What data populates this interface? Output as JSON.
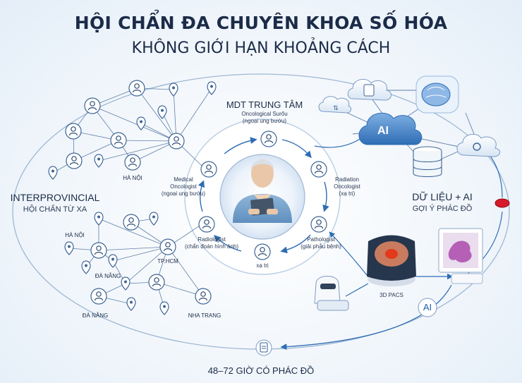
{
  "header": {
    "title": "HỘI CHẨN ĐA CHUYÊN KHOA SỐ HÓA",
    "subtitle": "KHÔNG GIỚI HẠN KHOẢNG CÁCH"
  },
  "center": {
    "title": "MDT TRUNG TÂM",
    "subtitle_1": "Oncological Surőu",
    "subtitle_2": "(ngoại ung bướu)"
  },
  "roles": {
    "medical_1": "Medical",
    "medical_2": "Oncologist",
    "medical_3": "(ngoại ung bướu)",
    "radiation_1": "Radiation",
    "radiation_2": "Oncologist",
    "radiation_3": "(xạ trị)",
    "radiologist_1": "Radiologist",
    "radiologist_2": "(chẩn đoán hình ảnh)",
    "pathologist_1": "Pathologist",
    "pathologist_2": "(giải phẫu bệnh)",
    "xatri": "xạ trị"
  },
  "left": {
    "title": "INTERPROVINCIAL",
    "subtitle": "HỘI CHẨN TỪ XA"
  },
  "right": {
    "title": "DỮ LIỆU + AI",
    "subtitle": "GỢI Ý PHÁC ĐỒ"
  },
  "cities": {
    "hanoi_top": "HÀ NỘI",
    "hanoi_left": "HÀ NỘI",
    "tphcm": "TP.HCM",
    "danang_1": "ĐÀ NẴNG",
    "danang_2": "ĐÀ NẴNG",
    "nhatrang": "NHA TRANG"
  },
  "ai": {
    "cloud_label": "AI",
    "badge_label": "AI",
    "pacs_label": "3D PACS"
  },
  "footer": {
    "text": "48–72 GIỜ CÓ PHÁC ĐỒ"
  },
  "colors": {
    "accent": "#2f6db5",
    "line": "#5f7fa8",
    "alert": "#d61a2a"
  }
}
